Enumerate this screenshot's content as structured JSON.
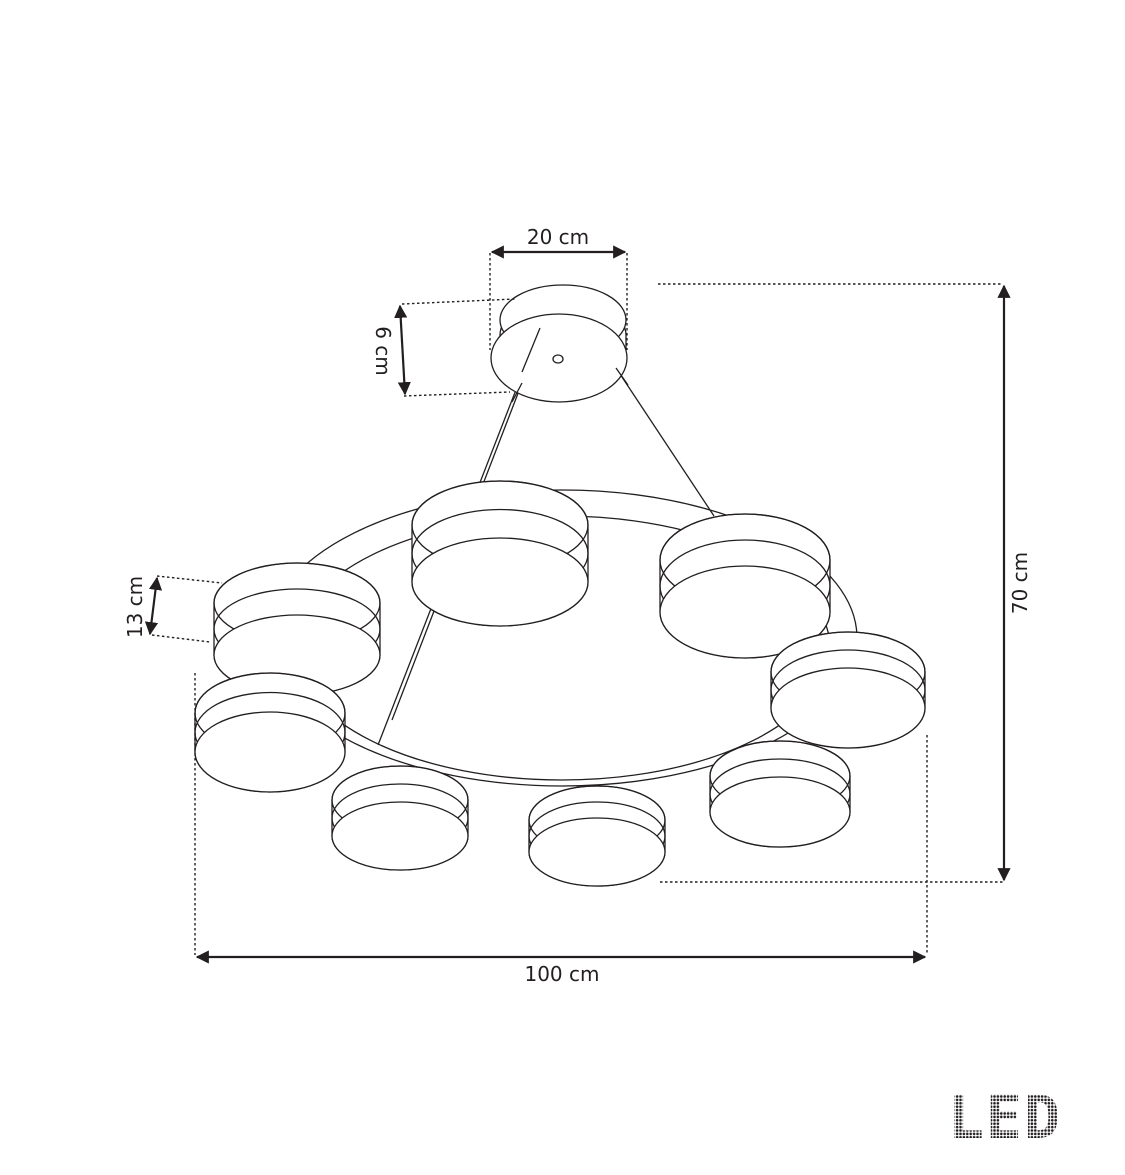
{
  "diagram": {
    "dimensions": {
      "canopy_width": "20 cm",
      "canopy_height": "6 cm",
      "shade_height": "13 cm",
      "total_height": "70 cm",
      "total_width": "100 cm"
    },
    "badge": "LED",
    "shade_count": 8,
    "line_color": "#231f20"
  }
}
